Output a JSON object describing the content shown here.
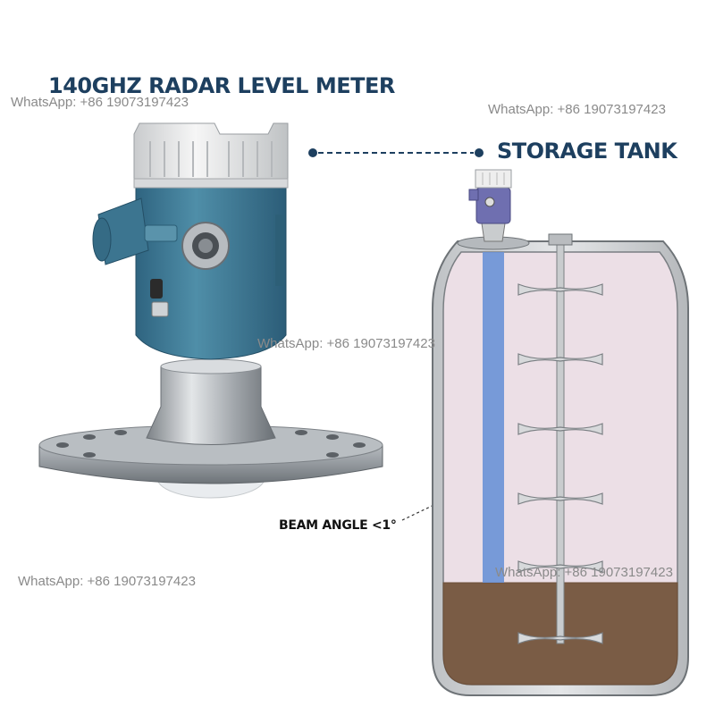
{
  "labels": {
    "product_title": "140GHZ RADAR LEVEL METER",
    "tank_title": "STORAGE TANK",
    "beam_angle": "BEAM ANGLE <1°"
  },
  "watermarks": [
    "WhatsApp:  +86 19073197423",
    "WhatsApp:  +86 19073197423",
    "WhatsApp:  +86 19073197423",
    "WhatsApp:  +86 19073197423",
    "WhatsApp:  +86 19073197423"
  ],
  "colors": {
    "title": "#1d3f5f",
    "housing": "#3f7f9a",
    "cap": "#ececec",
    "flange": "#a7acb1",
    "tank_inner": "#ecdfe6",
    "tank_liquid": "#7a5c45",
    "beam": "#6a92d6"
  }
}
